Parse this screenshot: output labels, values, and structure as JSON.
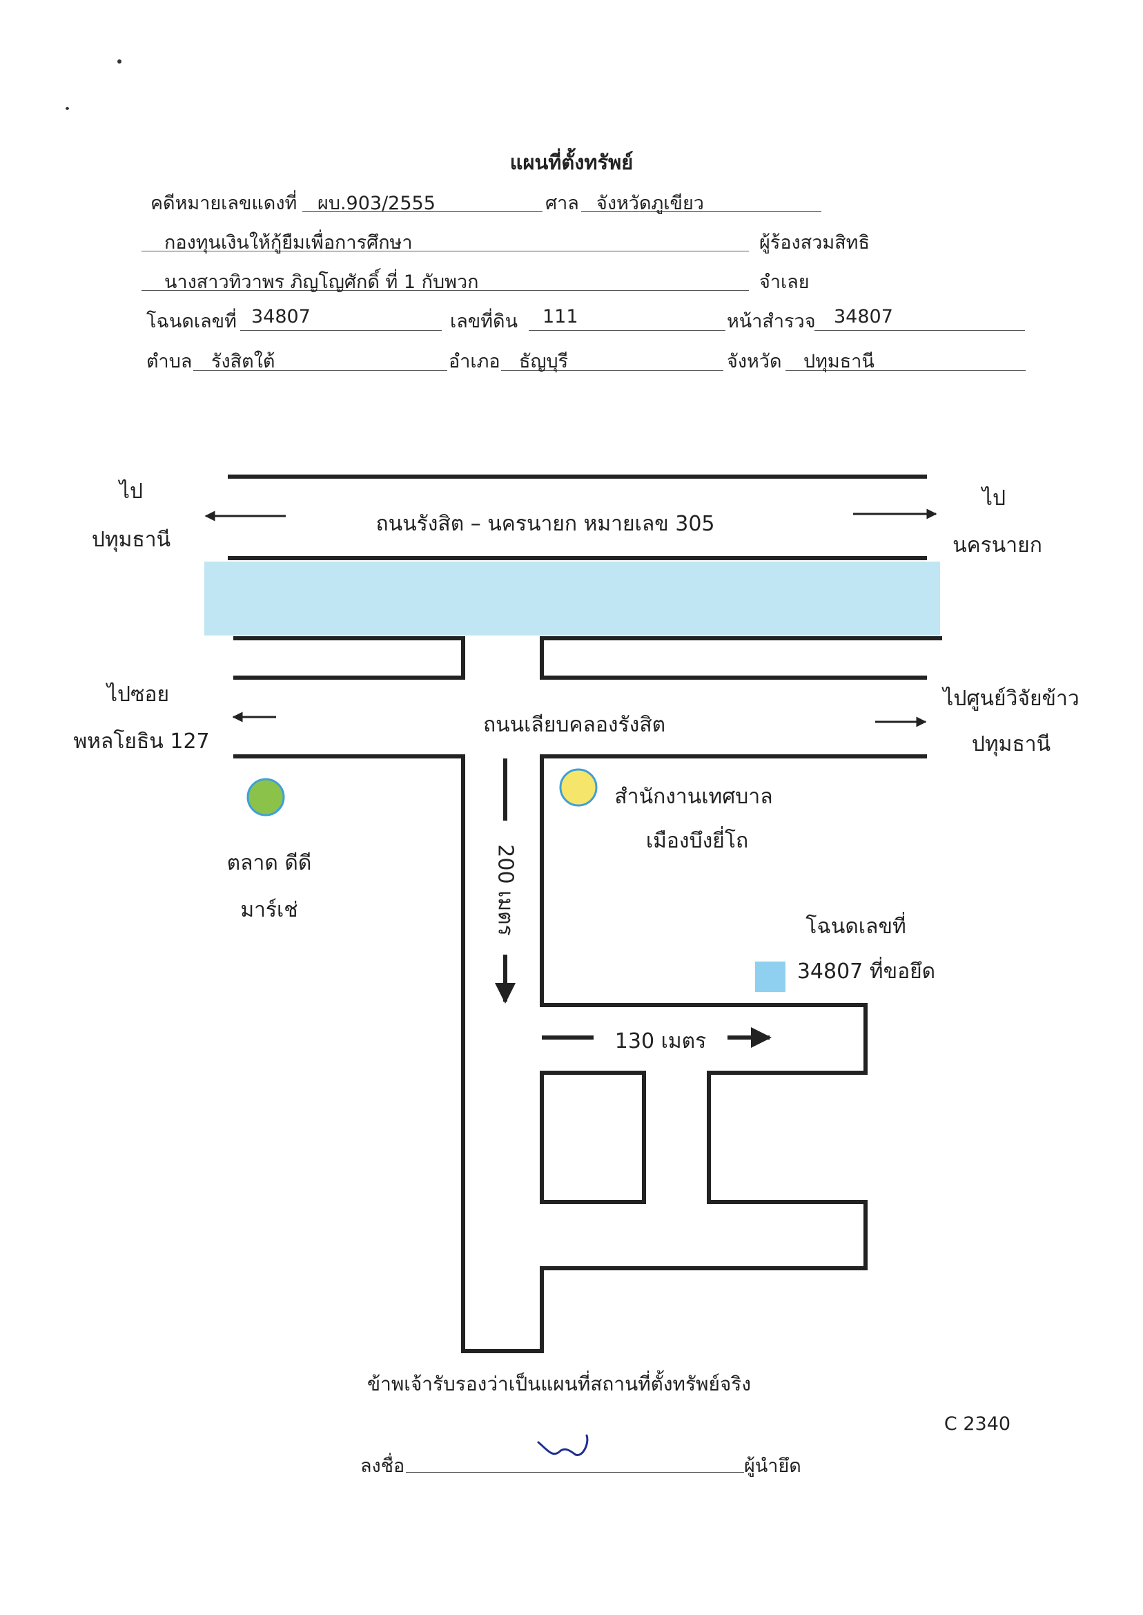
{
  "header": {
    "title": "แผนที่ตั้งทรัพย์",
    "case_label": "คดีหมายเลขแดงที่",
    "case_value": "ผบ.903/2555",
    "court_label": "ศาล",
    "court_value": "จังหวัดภูเขียว",
    "plaintiff_value": "กองทุนเงินให้กู้ยืมเพื่อการศึกษา",
    "plaintiff_label": "ผู้ร้องสวมสิทธิ",
    "defendant_value": "นางสาวทิวาพร ภิญโญศักดิ์  ที่ 1 กับพวก",
    "defendant_label": "จำเลย",
    "deed_label": "โฉนดเลขที่",
    "deed_value": "34807",
    "land_no_label": "เลขที่ดิน",
    "land_no_value": "111",
    "survey_label": "หน้าสำรวจ",
    "survey_value": "34807",
    "subdistrict_label": "ตำบล",
    "subdistrict_value": "รังสิตใต้",
    "district_label": "อำเภอ",
    "district_value": "ธัญบุรี",
    "province_label": "จังหวัด",
    "province_value": "ปทุมธานี"
  },
  "map": {
    "to_pathum_1": "ไป",
    "to_pathum_2": "ปทุมธานี",
    "to_nakhon_1": "ไป",
    "to_nakhon_2": "นครนายก",
    "main_road": "ถนนรังสิต – นครนายก หมายเลข 305",
    "to_soi_1": "ไปซอย",
    "to_soi_2": "พหลโยธิน 127",
    "to_rice_1": "ไปศูนย์วิจัยข้าว",
    "to_rice_2": "ปทุมธานี",
    "canal_road": "ถนนเลียบคลองรังสิต",
    "market_1": "ตลาด ดีดี",
    "market_2": "มาร์เช่",
    "office_1": "สำนักงานเทศบาล",
    "office_2": "เมืองบึงยี่โถ",
    "distance_vertical": "200 เมตร",
    "distance_horizontal": "130 เมตร",
    "property_1": "โฉนดเลขที่",
    "property_2": "34807 ที่ขอยึด",
    "colors": {
      "canal": "#bfe6f2",
      "market_marker": "#8bc34a",
      "office_marker": "#f5e56b",
      "property_marker": "#8fd0f0",
      "marker_outline": "#3f9fd8",
      "road_line": "#222222"
    }
  },
  "footer": {
    "certify": "ข้าพเจ้ารับรองว่าเป็นแผนที่สถานที่ตั้งทรัพย์จริง",
    "doc_code": "C 2340",
    "sign_label": "ลงชื่อ",
    "sign_role": "ผู้นำยึด"
  }
}
